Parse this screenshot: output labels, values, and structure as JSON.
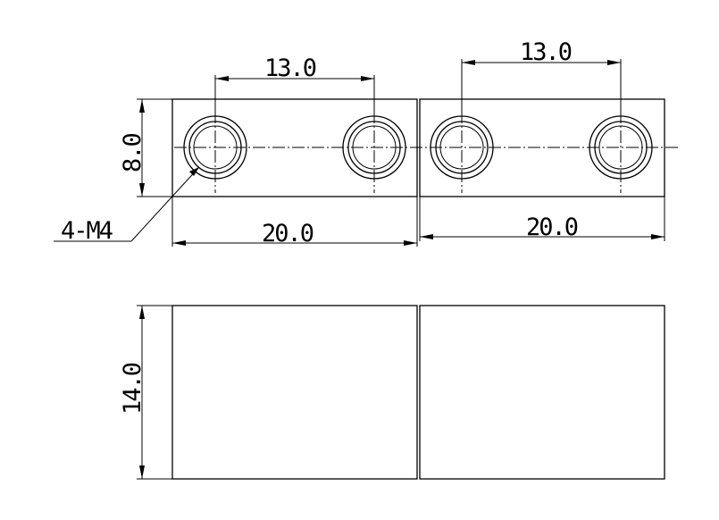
{
  "drawing": {
    "top_view": {
      "left_block": {
        "hole_spacing": "13.0",
        "length": "20.0"
      },
      "right_block": {
        "hole_spacing": "13.0",
        "length": "20.0"
      },
      "height": "8.0",
      "hole_callout": "4-M4"
    },
    "side_view": {
      "height": "14.0"
    },
    "colors": {
      "line": "#000000",
      "background": "#ffffff"
    }
  }
}
